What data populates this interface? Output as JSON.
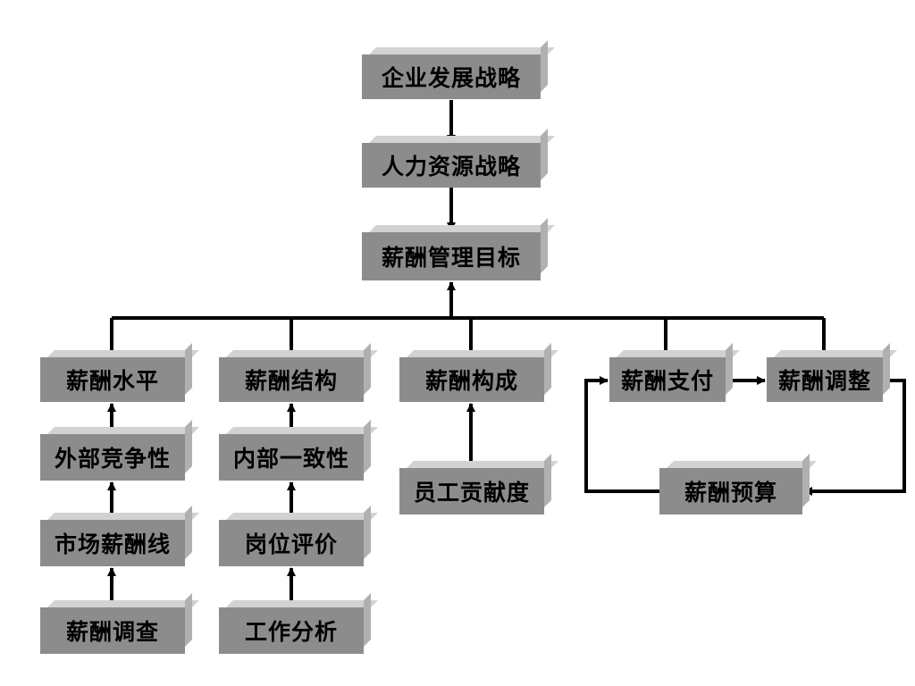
{
  "nodes": {
    "corporate_strategy": "企业发展战略",
    "hr_strategy": "人力资源战略",
    "compensation_goal": "薪酬管理目标",
    "pay_level": "薪酬水平",
    "pay_structure": "薪酬结构",
    "pay_composition": "薪酬构成",
    "pay_payment": "薪酬支付",
    "pay_adjustment": "薪酬调整",
    "external_competitiveness": "外部竞争性",
    "internal_consistency": "内部一致性",
    "employee_contribution": "员工贡献度",
    "pay_budget": "薪酬预算",
    "market_pay_line": "市场薪酬线",
    "job_evaluation": "岗位评价",
    "pay_survey": "薪酬调查",
    "job_analysis": "工作分析"
  },
  "colors": {
    "box_front": "#8c8c8c",
    "box_top": "#d2d2d2",
    "box_side": "#b0b0b0",
    "connector": "#000000"
  }
}
